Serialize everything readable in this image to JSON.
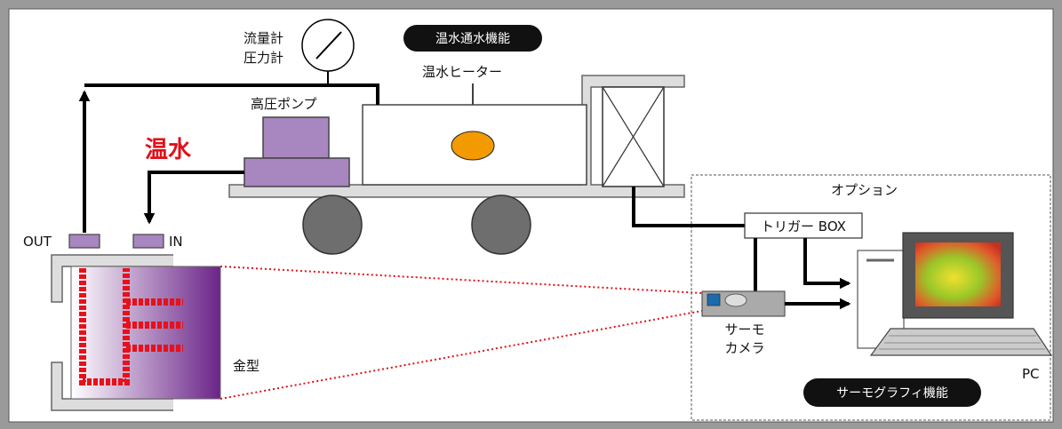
{
  "labels": {
    "flow_meter": "流量計",
    "pressure_gauge": "圧力計",
    "hot_water_function": "温水通水機能",
    "hot_water_heater": "温水ヒーター",
    "high_pressure_pump": "高圧ポンプ",
    "hot_water": "温水",
    "out": "OUT",
    "in": "IN",
    "mold": "金型",
    "option": "オプション",
    "trigger_box": "トリガー BOX",
    "thermo_camera_line1": "サーモ",
    "thermo_camera_line2": "カメラ",
    "pc": "PC",
    "thermography_function": "サーモグラフィ機能"
  },
  "colors": {
    "frame": "#9a9a9a",
    "pump": "#a886c0",
    "heater_core": "#f29a00",
    "hot_water_text": "#e0101a",
    "pill": "#111111",
    "wheel": "#6e6e6e"
  }
}
